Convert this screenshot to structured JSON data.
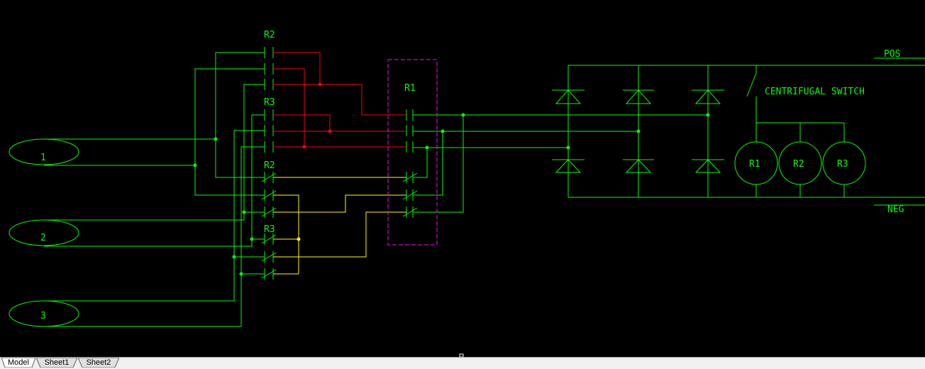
{
  "drawing": {
    "relay_labels": {
      "r2_top": "R2",
      "r3_top": "R3",
      "r1_box": "R1",
      "r2_mid": "R2",
      "r3_mid": "R3"
    },
    "bus": {
      "pos": "POS",
      "neg": "NEG"
    },
    "switch_label": "CENTRIFUGAL SWITCH",
    "coils": [
      "R1",
      "R2",
      "R3"
    ],
    "phases": [
      "1",
      "2",
      "3"
    ]
  },
  "tabs": [
    {
      "label": "Model",
      "active": true
    },
    {
      "label": "Sheet1",
      "active": false
    },
    {
      "label": "Sheet2",
      "active": false
    }
  ],
  "colors": {
    "background": "#000000",
    "wire": "#00ff00",
    "wire_red": "#ff0000",
    "wire_yellow": "#ffff00",
    "box": "#ff00ff"
  }
}
